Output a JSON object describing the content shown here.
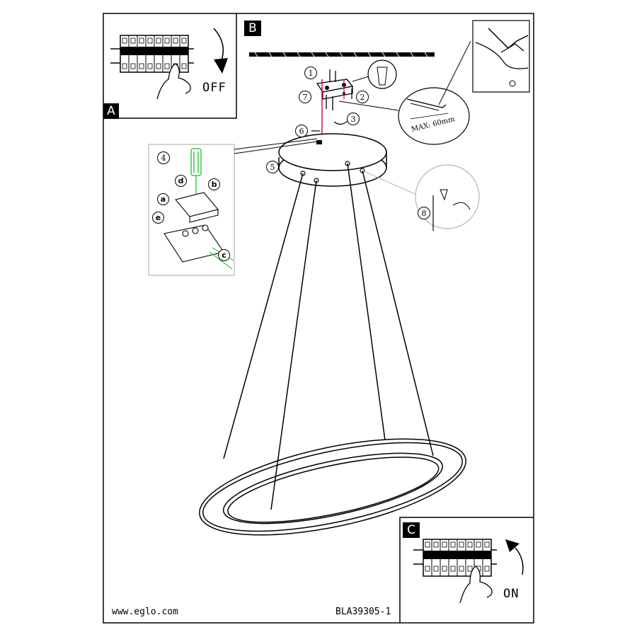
{
  "panels": {
    "a_label": "A",
    "b_label": "B",
    "c_label": "C"
  },
  "switch": {
    "off_text": "OFF",
    "on_text": "ON"
  },
  "steps": {
    "s1": "1",
    "s2": "2",
    "s3": "3",
    "s4": "4",
    "s5": "5",
    "s6": "6",
    "s7": "7",
    "s8": "8"
  },
  "wiring_letters": {
    "a": "a",
    "b": "b",
    "c": "c",
    "d": "d",
    "e": "e"
  },
  "cable_callout": "MAX: 60mm",
  "footer": {
    "website": "www.eglo.com",
    "model": "BLA39305-1"
  },
  "colors": {
    "line": "#000000",
    "cable_red": "#d0103a",
    "screwdriver_green": "#38c94a",
    "detail_border": "#b5b5b5"
  }
}
